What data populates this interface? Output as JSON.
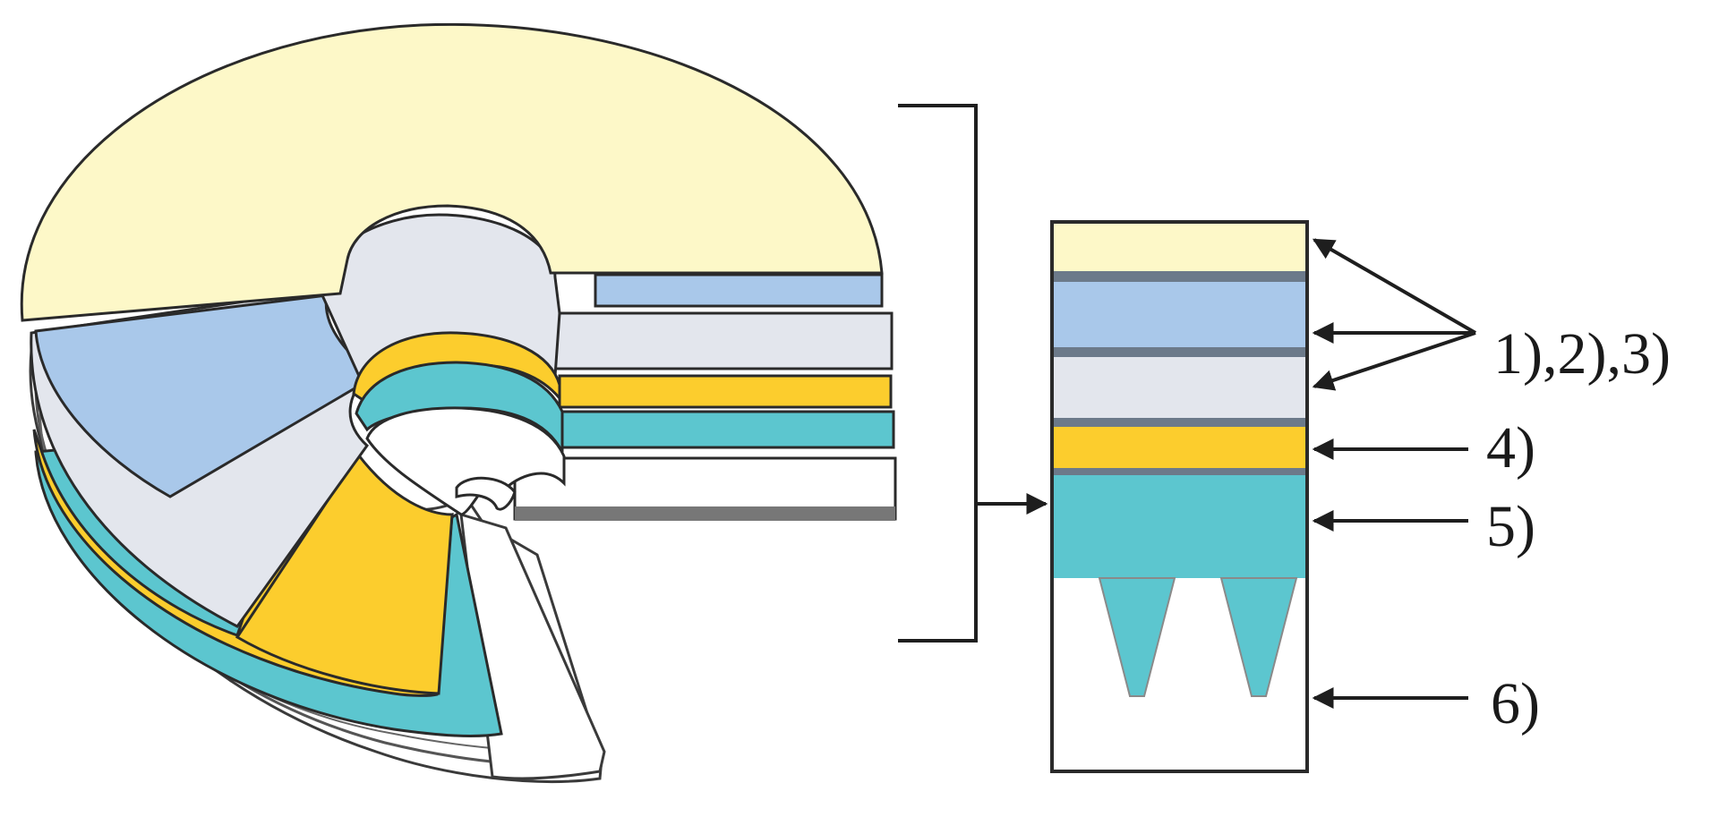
{
  "colors": {
    "label_layer": "#fdf8c8",
    "reflective_layer": "#a9c8ea",
    "protective_layer": "#e3e6ed",
    "dye_layer": "#fccd2d",
    "substrate_layer": "#5cc6cf",
    "base_layer": "#ffffff",
    "line": "#1e1e1e",
    "separator": "#6c7a8a"
  },
  "labels": {
    "layers_1_2_3": "1),2),3)",
    "layer_4": "4)",
    "layer_5": "5)",
    "layer_6": "6)"
  },
  "icons": {
    "disc": "layered-disc-cutaway-icon",
    "cross_section": "layer-cross-section-icon",
    "pointer": "arrow-icon"
  }
}
